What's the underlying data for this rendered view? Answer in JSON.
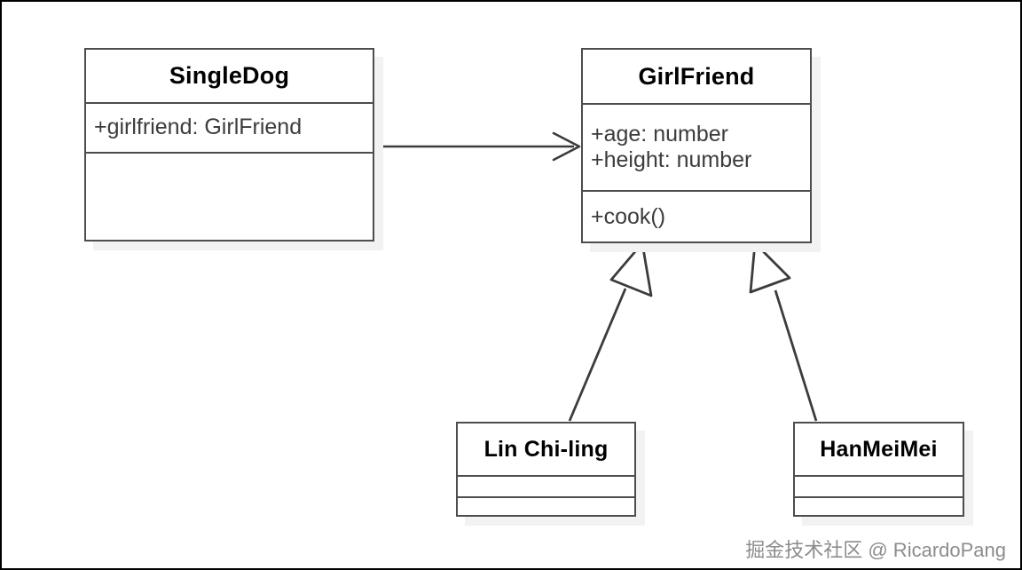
{
  "diagram": {
    "type": "uml-class-diagram",
    "background_color": "#ffffff",
    "border_color": "#000000",
    "line_color": "#3c3c3c",
    "box_border_color": "#4d4d4d",
    "shadow_color": "#f2f2f2",
    "classes": [
      {
        "id": "singledog",
        "name": "SingleDog",
        "attributes": [
          "+girlfriend: GirlFriend"
        ],
        "methods": []
      },
      {
        "id": "girlfriend",
        "name": "GirlFriend",
        "attributes": [
          "+age: number",
          "+height: number"
        ],
        "methods": [
          "+cook()"
        ]
      },
      {
        "id": "lin",
        "name": "Lin Chi-ling",
        "attributes": [],
        "methods": []
      },
      {
        "id": "han",
        "name": "HanMeiMei",
        "attributes": [],
        "methods": []
      }
    ],
    "relationships": [
      {
        "id": "assoc-singledog-girlfriend",
        "kind": "association",
        "from": "SingleDog",
        "to": "GirlFriend",
        "arrow": "open-arrow"
      },
      {
        "id": "inherit-lin-girlfriend",
        "kind": "generalization",
        "from": "Lin Chi-ling",
        "to": "GirlFriend",
        "arrow": "hollow-triangle"
      },
      {
        "id": "inherit-han-girlfriend",
        "kind": "generalization",
        "from": "HanMeiMei",
        "to": "GirlFriend",
        "arrow": "hollow-triangle"
      }
    ]
  },
  "watermark": {
    "text": "掘金技术社区 @ RicardoPang"
  }
}
